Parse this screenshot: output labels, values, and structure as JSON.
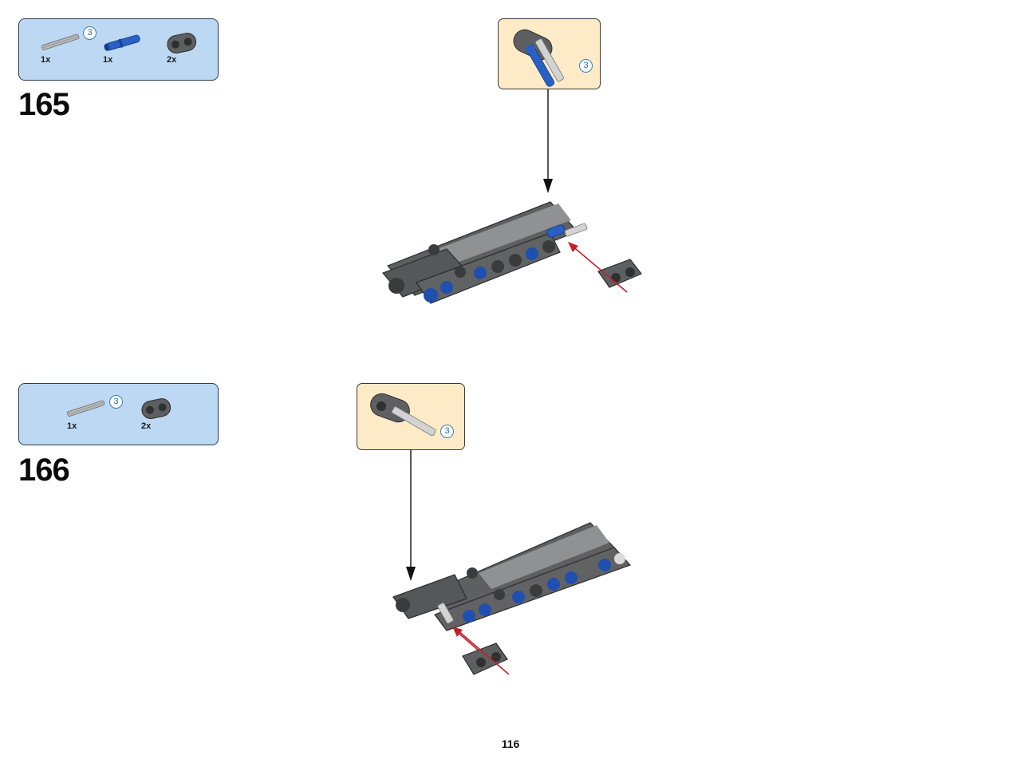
{
  "page": {
    "number": "116"
  },
  "steps": [
    {
      "number": "165",
      "parts": [
        {
          "icon": "gray-axle-icon",
          "qty": "1x",
          "length": "3"
        },
        {
          "icon": "blue-pin-icon",
          "qty": "1x"
        },
        {
          "icon": "beam-2-icon",
          "qty": "2x"
        }
      ],
      "callout": {
        "icon": "beam-axle-pin-subassembly-icon",
        "length": "3"
      }
    },
    {
      "number": "166",
      "parts": [
        {
          "icon": "gray-axle-icon",
          "qty": "1x",
          "length": "3"
        },
        {
          "icon": "beam-2-icon",
          "qty": "2x"
        }
      ],
      "callout": {
        "icon": "beam-axle-subassembly-icon",
        "length": "3"
      }
    }
  ],
  "colors": {
    "parts_box_bg": "#bcd8f3",
    "callout_bg": "#fcebc6",
    "beam_gray": "#5e5f61",
    "pin_blue": "#1f4fb0",
    "insert_arrow": "#c0202a"
  }
}
